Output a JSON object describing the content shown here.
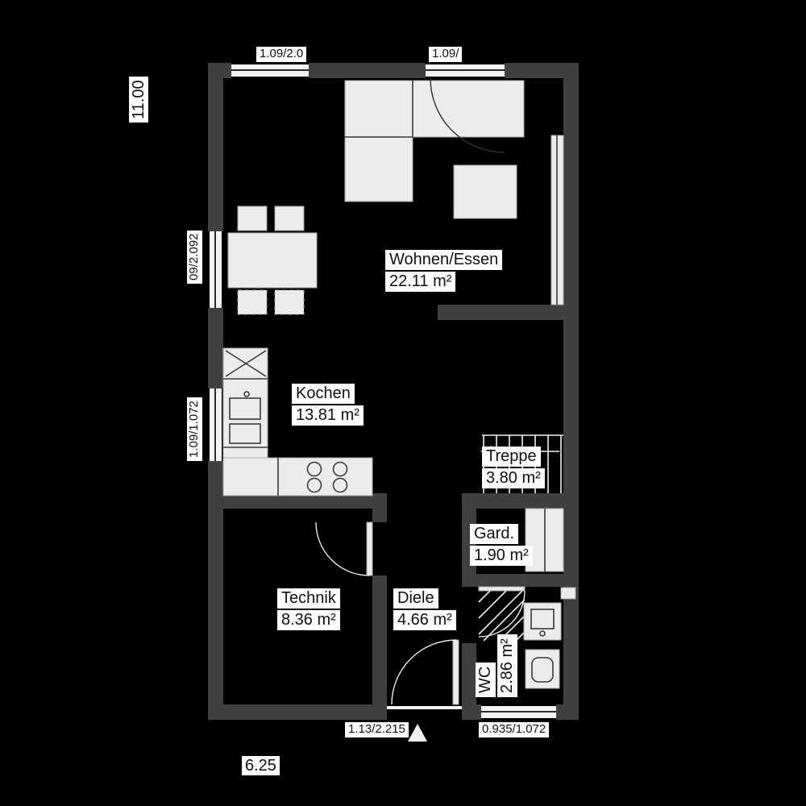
{
  "colors": {
    "background": "#000000",
    "wall": "#3e4042",
    "fixture": "#ececec",
    "label_bg": "#ffffff",
    "label_text": "#111111"
  },
  "rooms": [
    {
      "name": "Wohnen/Essen",
      "area": "22.11 m²"
    },
    {
      "name": "Kochen",
      "area": "13.81 m²"
    },
    {
      "name": "Treppe",
      "area": "3.80 m²"
    },
    {
      "name": "Gard.",
      "area": "1.90 m²"
    },
    {
      "name": "Technik",
      "area": "8.36 m²"
    },
    {
      "name": "Diele",
      "area": "4.66 m²"
    },
    {
      "name": "WC",
      "area": "2.86 m²"
    }
  ],
  "dimensions": {
    "overall_height": "11.00",
    "overall_width": "6.25",
    "window_top_left": "1.09/2.0",
    "window_top_right": "1.09/",
    "window_left_upper": "09/2.092",
    "window_left_lower": "1.09/1.072",
    "entry_door": "1.13/2.215",
    "window_bottom_right": "0.935/1.072"
  }
}
